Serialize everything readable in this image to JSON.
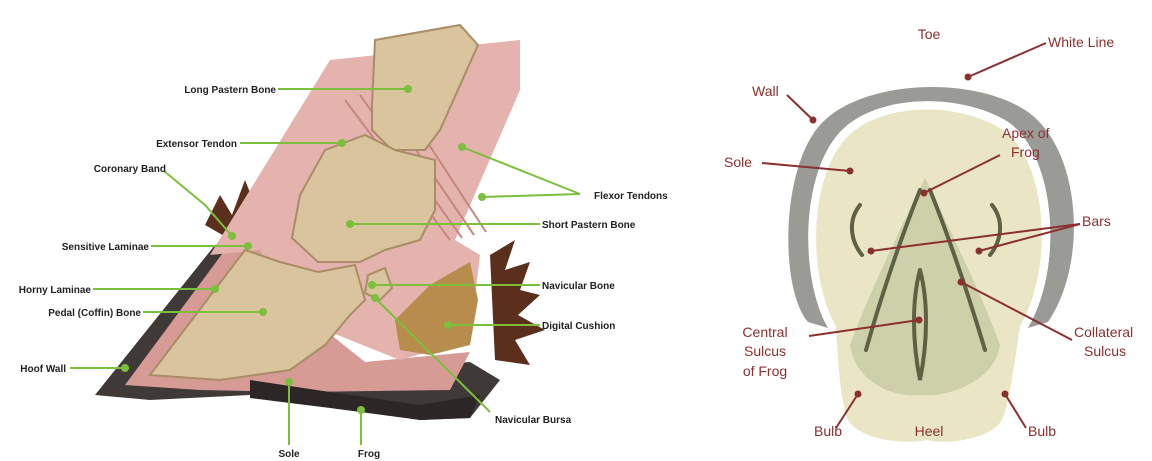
{
  "colors": {
    "green_leader": "#7cbf3a",
    "red_leader": "#8b2f2f",
    "red_label": "#8b2f2f",
    "bone": "#d9c49d",
    "bone_dark": "#a98d66",
    "tendon": "#e4b3ad",
    "tendon_dark": "#c6877f",
    "cushion": "#b78c4c",
    "hoof_wall": "#3f3a38",
    "hair": "#5a2f1c",
    "sole_cream": "#eae5c5",
    "frog_green": "#cdd0a8",
    "white_line": "#ffffff",
    "wall_grey": "#9a9a96"
  },
  "left_diagram": {
    "labels": {
      "long_pastern_bone": "Long Pastern Bone",
      "extensor_tendon": "Extensor Tendon",
      "coronary_band": "Coronary Band",
      "flexor_tendons": "Flexor Tendons",
      "short_pastern_bone": "Short Pastern Bone",
      "sensitive_laminae": "Sensitive Laminae",
      "horny_laminae": "Horny Laminae",
      "pedal_coffin_bone": "Pedal (Coffin) Bone",
      "navicular_bone": "Navicular Bone",
      "digital_cushion": "Digital Cushion",
      "hoof_wall": "Hoof Wall",
      "navicular_bursa": "Navicular Bursa",
      "sole": "Sole",
      "frog": "Frog"
    }
  },
  "right_diagram": {
    "labels": {
      "toe": "Toe",
      "white_line": "White Line",
      "wall": "Wall",
      "apex_line1": "Apex of",
      "apex_line2": "Frog",
      "sole": "Sole",
      "bars": "Bars",
      "central_line1": "Central",
      "central_line2": "Sulcus",
      "central_line3": "of Frog",
      "collateral_line1": "Collateral",
      "collateral_line2": "Sulcus",
      "bulb_left": "Bulb",
      "heel": "Heel",
      "bulb_right": "Bulb"
    }
  }
}
